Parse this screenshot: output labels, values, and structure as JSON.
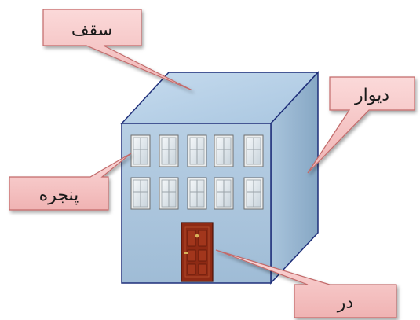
{
  "labels": {
    "roof": "سقف",
    "wall": "دیوار",
    "window": "پنجره",
    "door": "در"
  },
  "colors": {
    "front_face": "#a9c4dc",
    "top_face": "#b6d0e6",
    "side_face": "#8fb0cc",
    "edge": "#1f2f7a",
    "callout_fill": "#f6c7c7",
    "callout_stroke": "#c26a6a",
    "door": "#8e2a14"
  }
}
